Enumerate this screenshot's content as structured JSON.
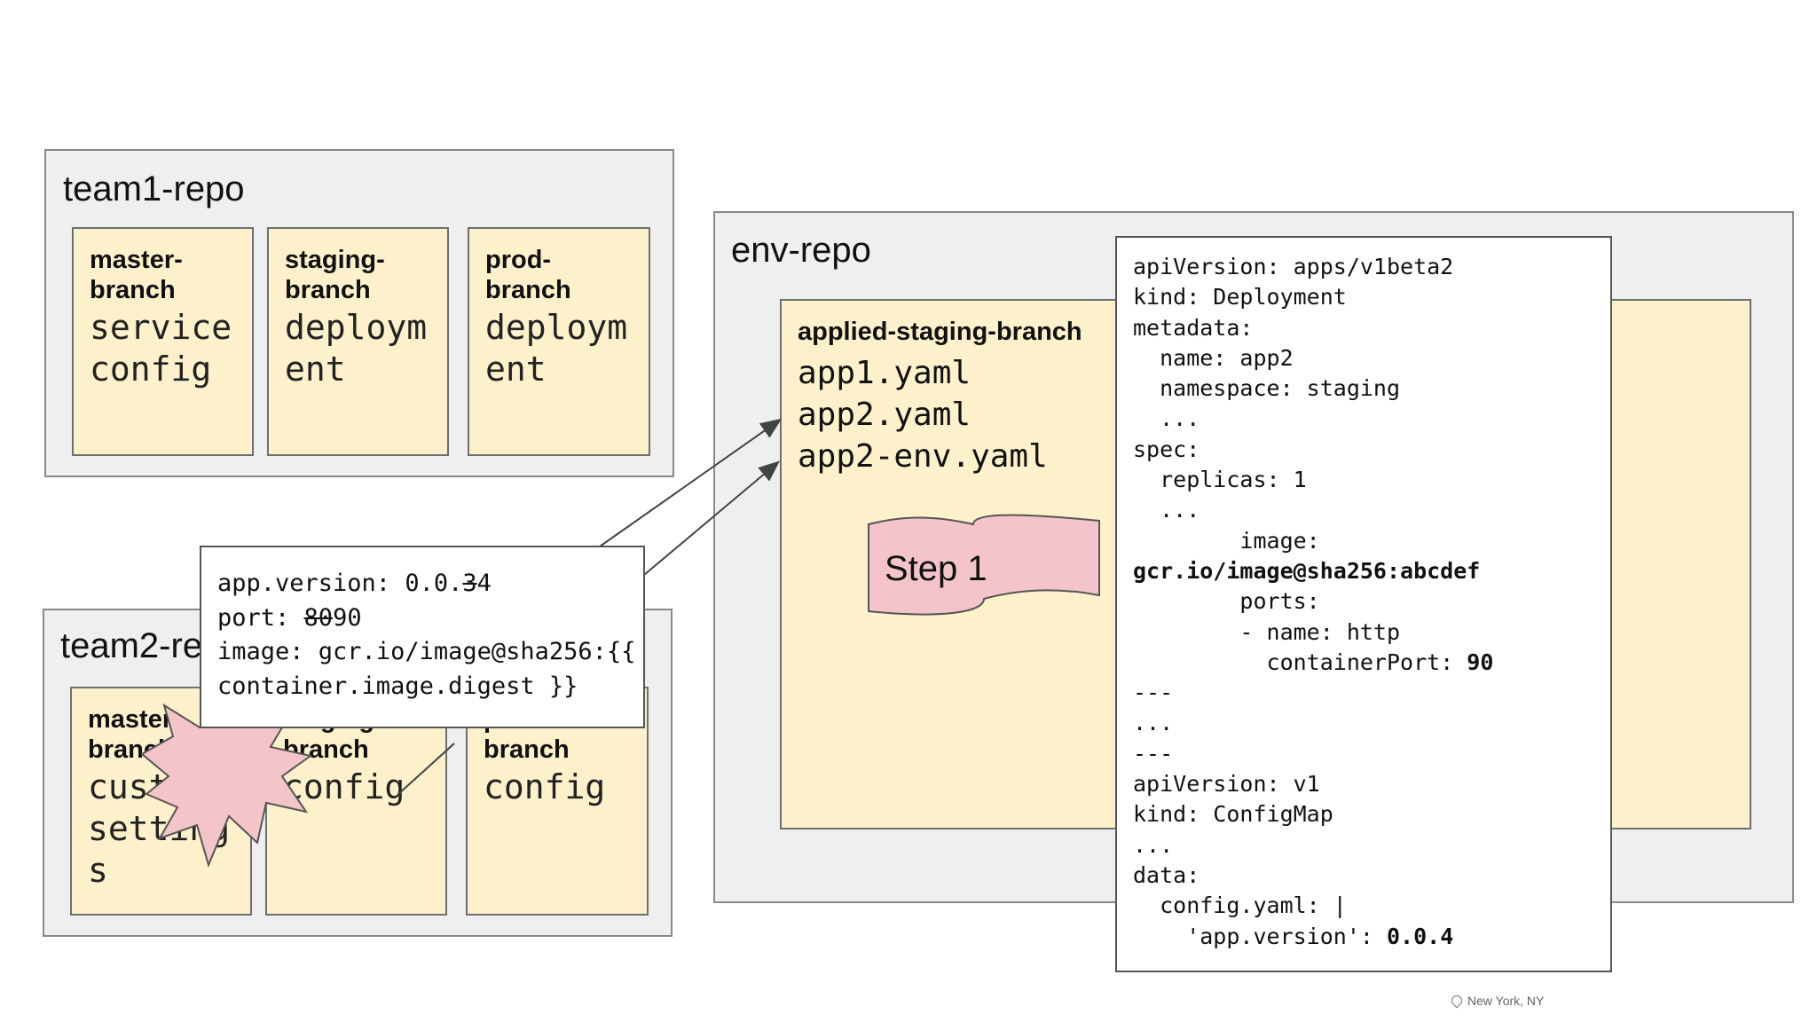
{
  "team1": {
    "title": "team1-repo",
    "branches": [
      {
        "name": "master-branch",
        "content": "service config"
      },
      {
        "name": "staging-branch",
        "content": "deployment"
      },
      {
        "name": "prod-branch",
        "content": "deployment"
      }
    ]
  },
  "team2": {
    "title": "team2-repo",
    "branches": [
      {
        "name": "master-branch",
        "content": "custom settings"
      },
      {
        "name": "staging-branch",
        "content": "config"
      },
      {
        "name": "prod-branch",
        "content": "config"
      }
    ]
  },
  "env": {
    "title": "env-repo",
    "branch_name": "applied-staging-branch",
    "files": [
      "app1.yaml",
      "app2.yaml",
      "app2-env.yaml"
    ],
    "step_label": "Step 1"
  },
  "snippet": {
    "version_key": "app.version: 0.0.",
    "version_old": "3",
    "version_new": "4",
    "port_key": "port: ",
    "port_old": "80",
    "port_new": "90",
    "image_line1": "image: gcr.io/image@sha256:{{",
    "image_line2": "container.image.digest }}"
  },
  "yaml": {
    "l1": "apiVersion: apps/v1beta2",
    "l2": "kind: Deployment",
    "l3": "metadata:",
    "l4": "  name: app2",
    "l5": "  namespace: staging",
    "l6": "  ...",
    "l7": "spec:",
    "l8": "  replicas: 1",
    "l9": "  ...",
    "l10": "        image:",
    "l11": "gcr.io/image@sha256:abcdef",
    "l12": "        ports:",
    "l13": "        - name: http",
    "l14a": "          containerPort: ",
    "l14b": "90",
    "l15": "---",
    "l16": "...",
    "l17": "---",
    "l18": "apiVersion: v1",
    "l19": "kind: ConfigMap",
    "l20": "...",
    "l21": "data:",
    "l22": "  config.yaml: |",
    "l23a": "    'app.version': ",
    "l23b": "0.0.4"
  },
  "footer": {
    "location": "New York, NY"
  }
}
